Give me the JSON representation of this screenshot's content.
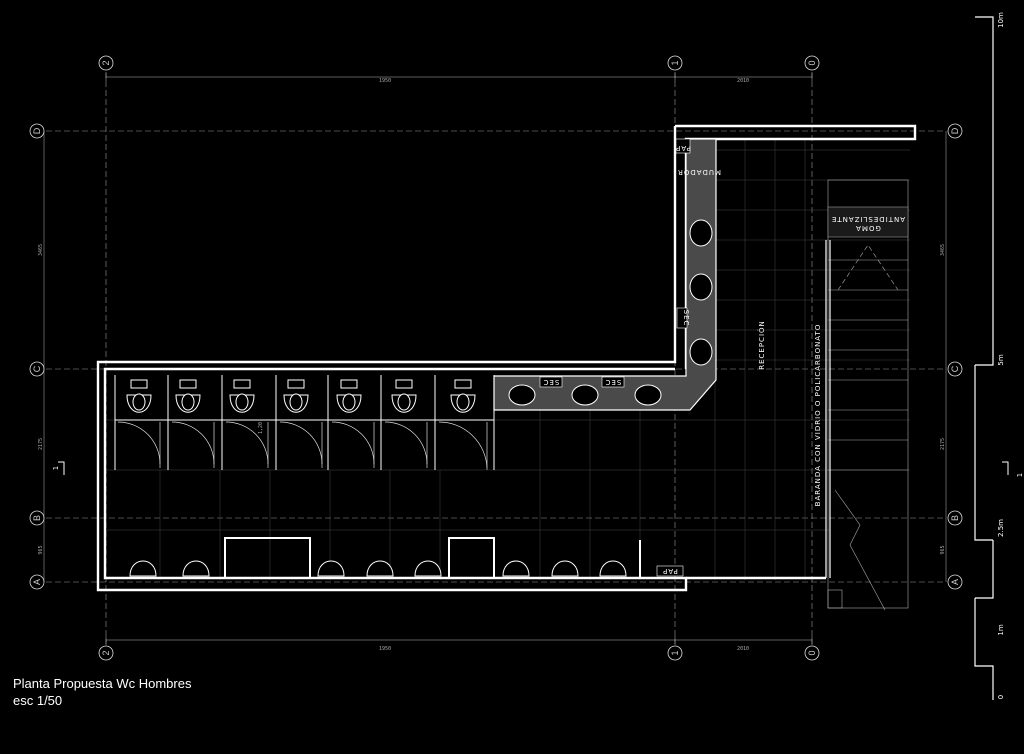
{
  "title": {
    "line1": "Planta Propuesta Wc Hombres",
    "line2": "esc 1/50"
  },
  "axes": {
    "columns": [
      "2",
      "1",
      "0"
    ],
    "rows": [
      "D",
      "C",
      "B",
      "A"
    ]
  },
  "dimensions": {
    "top_left": "1950",
    "top_right": "2010",
    "bottom_left": "1950",
    "bottom_right": "2010",
    "left_dc": "3465",
    "left_cb": "2175",
    "left_ba": "965",
    "right_dc": "3465",
    "right_cb": "2175",
    "right_ba": "965"
  },
  "labels": {
    "pap_top": "PAP",
    "pap_bottom": "PAP",
    "mudador": "MUDADOR",
    "sec_vertical": "SEC",
    "sec_1": "SEC",
    "sec_2": "SEC",
    "recepcion": "RECEPCIÓN",
    "baranda": "BARANDA CON VIDRIO O POLICARBONATO",
    "goma_1": "GOMA",
    "goma_2": "ANTIDESLIZANTE",
    "door_width": "1,20",
    "section_mark_left": "1",
    "section_mark_right": "1"
  },
  "scale_bar": {
    "labels": [
      "10m",
      "5m",
      "2.5m",
      "1m",
      "0"
    ]
  },
  "colors": {
    "background": "#000000",
    "wall": "#ffffff",
    "grid": "#8a8a8a",
    "counter": "#4a4a4a"
  }
}
